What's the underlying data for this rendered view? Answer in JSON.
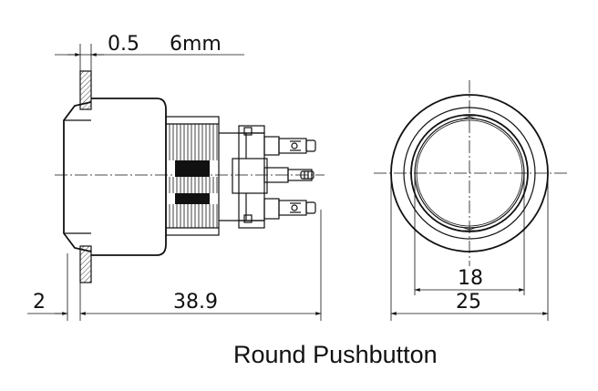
{
  "dimensions": {
    "top_offset": "0.5",
    "top_range": "6mm",
    "panel_thickness": "2",
    "body_length": "38.9",
    "inner_diameter": "18",
    "outer_diameter": "25"
  },
  "caption": "Round Pushbutton",
  "colors": {
    "line": "#111111",
    "background": "#ffffff"
  }
}
